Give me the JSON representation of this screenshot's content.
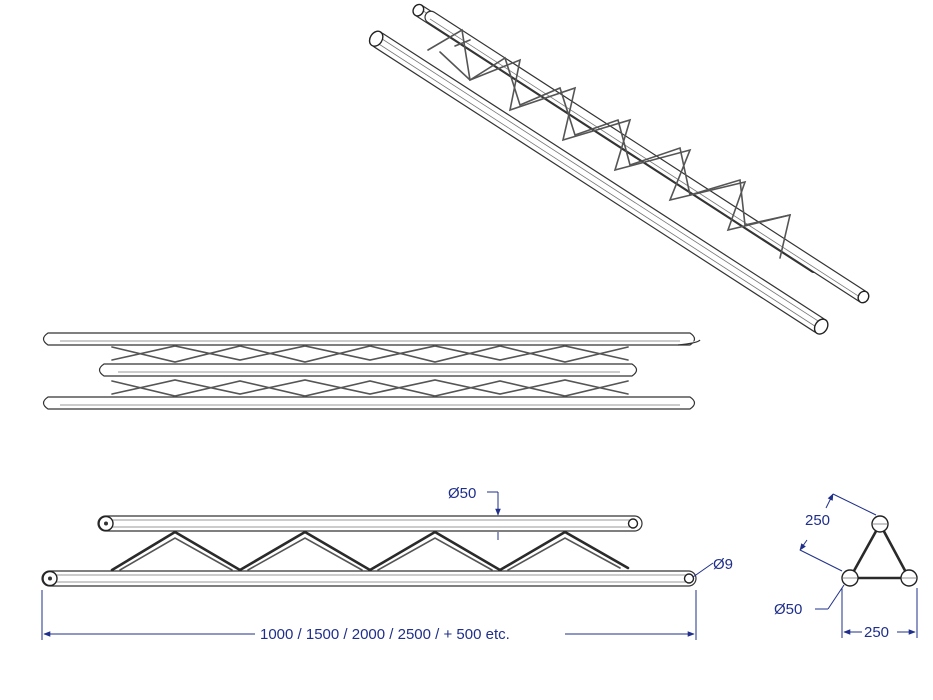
{
  "dimensions": {
    "tube_diameter": "Ø50",
    "pin_diameter": "Ø9",
    "length_options": "1000 / 1500 / 2000 / 2500 / + 500 etc.",
    "section_height": "250",
    "section_width": "250",
    "section_tube_diameter": "Ø50"
  },
  "colors": {
    "dimension": "#1f2f8a",
    "line": "#333333"
  }
}
